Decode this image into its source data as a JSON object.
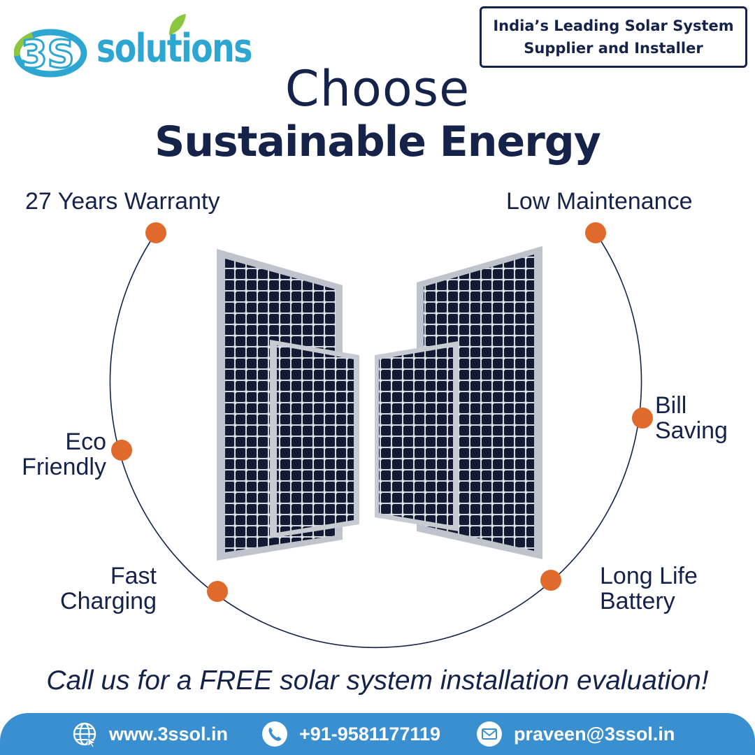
{
  "brand": {
    "logo_mark": "3S",
    "logo_word": "solutions",
    "brand_color": "#2da7d2",
    "leaf_color": "#8cc63f"
  },
  "tagline": {
    "line1": "India’s Leading Solar System",
    "line2": "Supplier and Installer"
  },
  "headline": {
    "line1": "Choose",
    "line2": "Sustainable Energy"
  },
  "features": [
    {
      "lines": [
        "27 Years Warranty"
      ]
    },
    {
      "lines": [
        "Low Maintenance"
      ]
    },
    {
      "lines": [
        "Eco",
        "Friendly"
      ]
    },
    {
      "lines": [
        "Bill",
        "Saving"
      ]
    },
    {
      "lines": [
        "Fast",
        "Charging"
      ]
    },
    {
      "lines": [
        "Long Life",
        "Battery"
      ]
    }
  ],
  "cta": "Call us for a FREE solar system installation evaluation!",
  "footer": {
    "website": "www.3ssol.in",
    "phone": "+91-9581177119",
    "email": "praveen@3ssol.in",
    "icons": [
      "globe-icon",
      "phone-icon",
      "mail-icon"
    ]
  },
  "colors": {
    "navy": "#15234a",
    "dot": "#e0692c",
    "footer_bg": "#3a8fd1"
  }
}
